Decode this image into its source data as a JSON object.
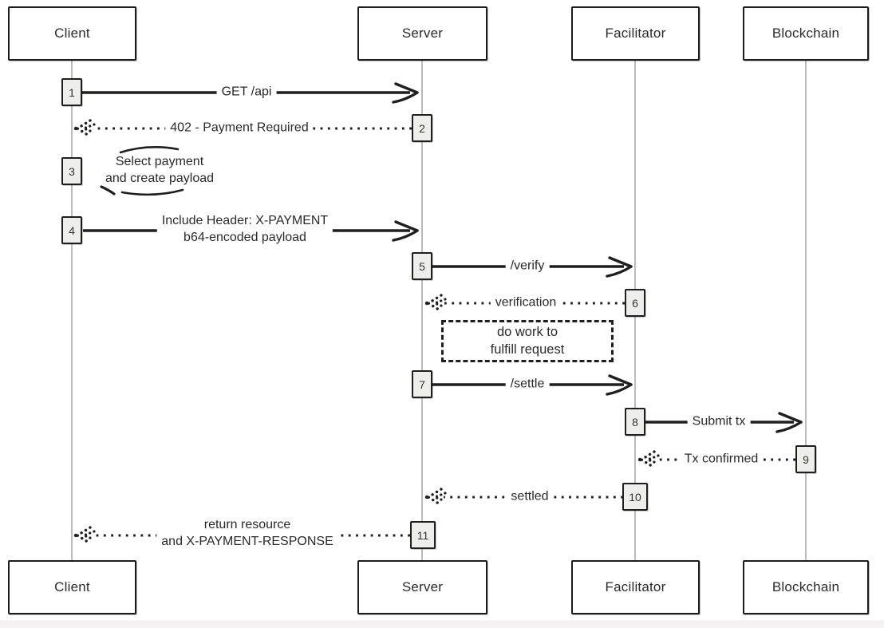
{
  "diagram": {
    "title_hint": "x402 payment flow sequence diagram",
    "actors": [
      {
        "id": "client",
        "label": "Client"
      },
      {
        "id": "server",
        "label": "Server"
      },
      {
        "id": "facilitator",
        "label": "Facilitator"
      },
      {
        "id": "blockchain",
        "label": "Blockchain"
      }
    ],
    "messages": [
      {
        "seq": "1",
        "from": "Client",
        "to": "Server",
        "line": "solid",
        "label": "GET /api"
      },
      {
        "seq": "2",
        "from": "Server",
        "to": "Client",
        "line": "dotted",
        "label": "402 - Payment Required"
      },
      {
        "seq": "3",
        "from": "Client",
        "to": "Client",
        "line": "self",
        "label": "Select payment",
        "label2": "and create payload"
      },
      {
        "seq": "4",
        "from": "Client",
        "to": "Server",
        "line": "solid",
        "label": "Include Header: X-PAYMENT",
        "label2": "b64-encoded payload"
      },
      {
        "seq": "5",
        "from": "Server",
        "to": "Facilitator",
        "line": "solid",
        "label": "/verify"
      },
      {
        "seq": "6",
        "from": "Facilitator",
        "to": "Server",
        "line": "dotted",
        "label": "verification"
      },
      {
        "seq": "7",
        "from": "Server",
        "to": "Facilitator",
        "line": "solid",
        "label": "/settle"
      },
      {
        "seq": "8",
        "from": "Facilitator",
        "to": "Blockchain",
        "line": "solid",
        "label": "Submit tx"
      },
      {
        "seq": "9",
        "from": "Blockchain",
        "to": "Facilitator",
        "line": "dotted",
        "label": "Tx confirmed"
      },
      {
        "seq": "10",
        "from": "Facilitator",
        "to": "Server",
        "line": "dotted",
        "label": "settled"
      },
      {
        "seq": "11",
        "from": "Server",
        "to": "Client",
        "line": "dotted",
        "label": "return resource",
        "label2": "and X-PAYMENT-RESPONSE"
      }
    ],
    "note": {
      "label": "do work to",
      "label2": "fulfill request"
    },
    "colors": {
      "ink": "#1f1f1f",
      "lifeline": "#9e9e9e",
      "badge_fill": "#eeefec",
      "footer_strip": "#f4f2f3"
    }
  }
}
